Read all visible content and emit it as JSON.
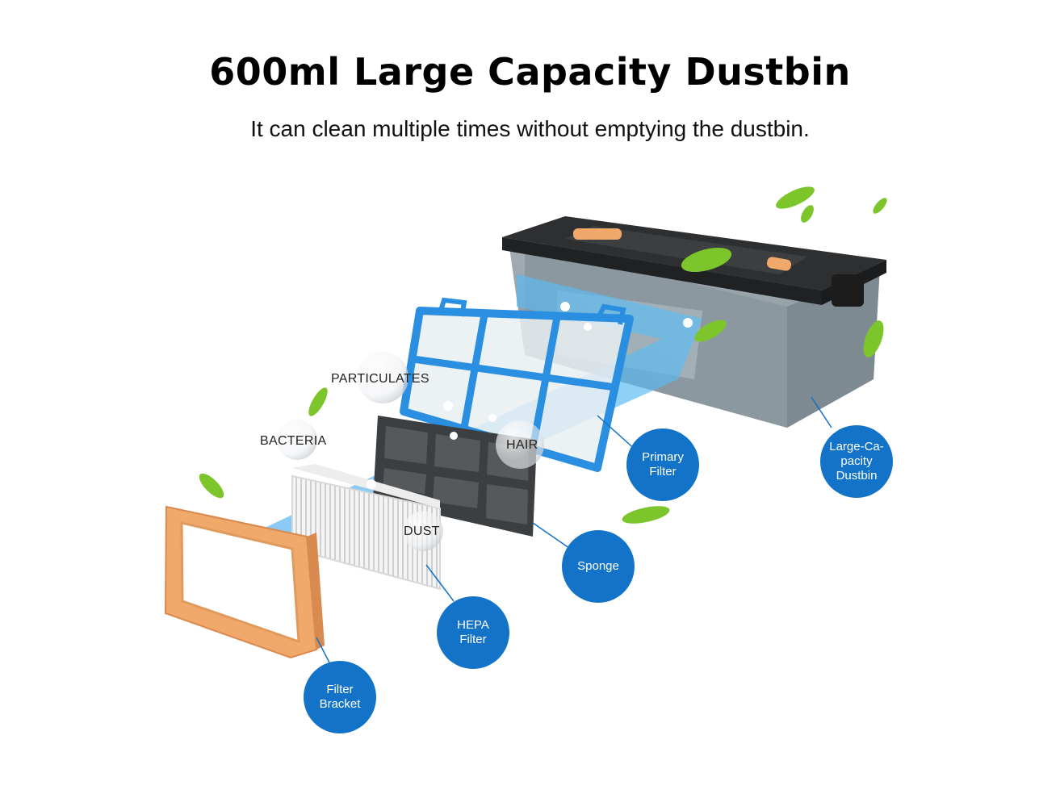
{
  "title": "600ml Large Capacity Dustbin",
  "subtitle": "It can clean multiple times without emptying the dustbin.",
  "particle_labels": {
    "particulates": "PARTICULATES",
    "bacteria": "BACTERIA",
    "hair": "HAIR",
    "dust": "DUST"
  },
  "callouts": {
    "primary_filter": "Primary\nFilter",
    "dustbin": "Large-Ca-\npacity\nDustbin",
    "sponge": "Sponge",
    "hepa_filter": "HEPA\nFilter",
    "filter_bracket": "Filter\nBracket"
  },
  "colors": {
    "callout_blue": "#1273c8",
    "airflow_blue": "#4fb3ef",
    "bracket_orange": "#f0a86b",
    "primary_filter_blue": "#2a8fe0",
    "leaf_green": "#7cc52b"
  }
}
